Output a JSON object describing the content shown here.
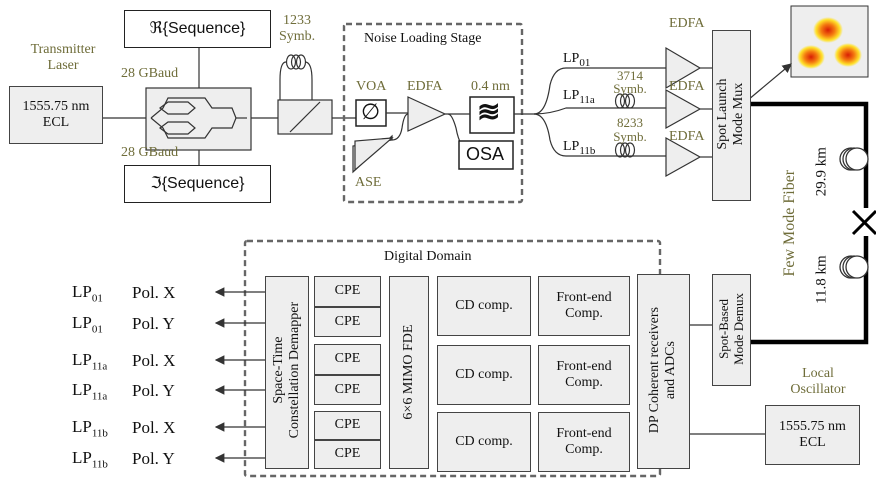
{
  "transmitter": {
    "label_line1": "Transmitter",
    "label_line2": "Laser",
    "ecl_line1": "1555.75 nm",
    "ecl_line2": "ECL",
    "baud_top": "28 GBaud",
    "baud_bottom": "28 GBaud",
    "seq_real": "ℜ{Sequence}",
    "seq_imag": "ℑ{Sequence}",
    "delay_line1": "1233",
    "delay_line2": "Symb."
  },
  "noise_loading": {
    "title": "Noise Loading Stage",
    "voa": "VOA",
    "edfa": "EDFA",
    "filter": "0.4 nm",
    "filter_symbol": "≋",
    "voa_symbol": "∅",
    "osa": "OSA",
    "ase": "ASE"
  },
  "mode_branches": {
    "lp01": {
      "base": "LP",
      "sub": "01"
    },
    "lp11a": {
      "base": "LP",
      "sub": "11a"
    },
    "lp11b": {
      "base": "LP",
      "sub": "11b"
    },
    "delay_a_line1": "3714",
    "delay_a_line2": "Symb.",
    "delay_b_line1": "8233",
    "delay_b_line2": "Symb.",
    "edfa1": "EDFA",
    "edfa2": "EDFA",
    "edfa3": "EDFA",
    "mux_line1": "Spot Launch",
    "mux_line2": "Mode Mux"
  },
  "fiber": {
    "label": "Few Mode Fiber",
    "span1": "29.9 km",
    "span2": "11.8 km"
  },
  "receiver": {
    "demux_line1": "Spot-Based",
    "demux_line2": "Mode Demux",
    "lo_line1": "Local",
    "lo_line2": "Oscillator",
    "lo_ecl_line1": "1555.75 nm",
    "lo_ecl_line2": "ECL"
  },
  "digital": {
    "title": "Digital Domain",
    "coherent_line1": "DP Coherent receivers",
    "coherent_line2": "and ADCs",
    "frontend_line1": "Front-end",
    "frontend_line2": "Comp.",
    "cd": "CD comp.",
    "mimo": "6×6 MIMO FDE",
    "cpe": "CPE",
    "demapper_line1": "Space-Time",
    "demapper_line2": "Constellation Demapper"
  },
  "outputs": [
    {
      "base": "LP",
      "sub": "01",
      "pol": "Pol. X"
    },
    {
      "base": "LP",
      "sub": "01",
      "pol": "Pol. Y"
    },
    {
      "base": "LP",
      "sub": "11a",
      "pol": "Pol. X"
    },
    {
      "base": "LP",
      "sub": "11a",
      "pol": "Pol. Y"
    },
    {
      "base": "LP",
      "sub": "11b",
      "pol": "Pol. X"
    },
    {
      "base": "LP",
      "sub": "11b",
      "pol": "Pol. Y"
    }
  ],
  "colors": {
    "label_green": "#6f6d3a",
    "box_fill": "#eeeeee",
    "dashed_border": "#666666"
  }
}
